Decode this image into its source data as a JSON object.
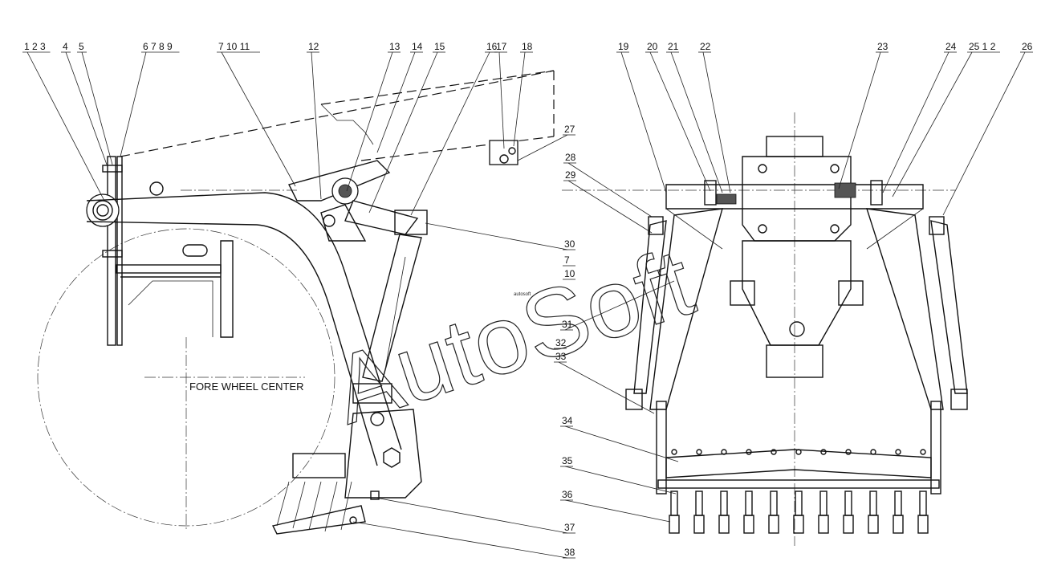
{
  "note_fore_wheel": "FORE WHEEL CENTER",
  "watermark": "AutoSoft",
  "watermark_small": "autosoft",
  "callouts_left": [
    {
      "text": "1 2 3"
    },
    {
      "text": "4"
    },
    {
      "text": "5"
    },
    {
      "text": "6 7 8 9"
    },
    {
      "text": "7 10 11"
    },
    {
      "text": "12"
    },
    {
      "text": "13"
    },
    {
      "text": "14"
    },
    {
      "text": "15"
    },
    {
      "text": "16"
    },
    {
      "text": "17"
    },
    {
      "text": "18"
    },
    {
      "text": "27"
    },
    {
      "text": "30"
    },
    {
      "text": "7"
    },
    {
      "text": "10"
    },
    {
      "text": "37"
    },
    {
      "text": "38"
    }
  ],
  "callouts_right": [
    {
      "text": "19"
    },
    {
      "text": "20"
    },
    {
      "text": "21"
    },
    {
      "text": "22"
    },
    {
      "text": "23"
    },
    {
      "text": "24"
    },
    {
      "text": "25 1 2"
    },
    {
      "text": "26"
    },
    {
      "text": "28"
    },
    {
      "text": "29"
    },
    {
      "text": "31"
    },
    {
      "text": "32"
    },
    {
      "text": "33"
    },
    {
      "text": "34"
    },
    {
      "text": "35"
    },
    {
      "text": "36"
    }
  ]
}
